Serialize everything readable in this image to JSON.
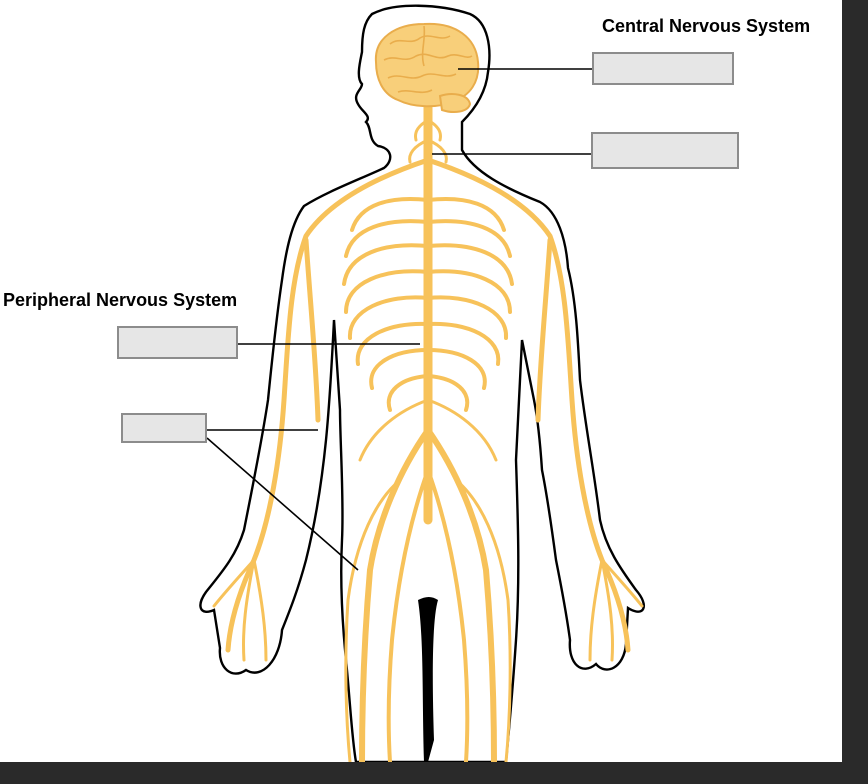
{
  "headings": {
    "central": "Central Nervous System",
    "peripheral": "Peripheral Nervous System"
  },
  "label_boxes": [
    {
      "id": "brain",
      "text": ""
    },
    {
      "id": "spinal-cord",
      "text": ""
    },
    {
      "id": "pns-1",
      "text": ""
    },
    {
      "id": "pns-2",
      "text": ""
    }
  ],
  "colors": {
    "background": "#2a2a2a",
    "canvas": "#ffffff",
    "nerve": "#f7c25a",
    "nerve_light": "#fbd98a",
    "brain": "#f8cf7a",
    "brain_fold": "#e9ad4c",
    "outline": "#000000",
    "box_fill": "#e6e6e6",
    "box_border": "#8c8c8c"
  }
}
